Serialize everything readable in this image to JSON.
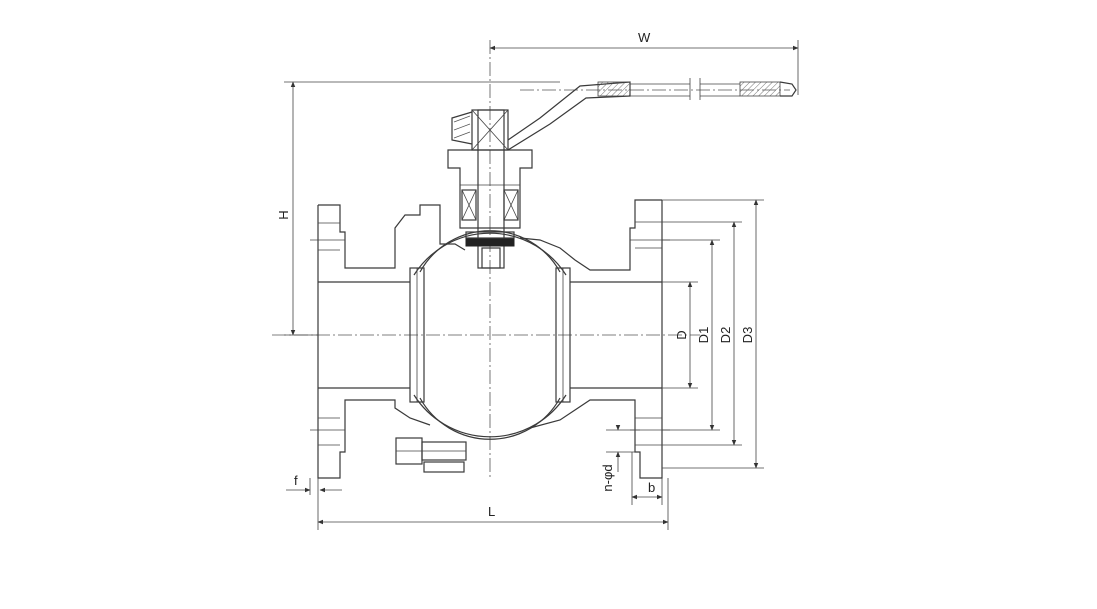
{
  "drawing": {
    "labels": {
      "w": "W",
      "h": "H",
      "d": "D",
      "d1": "D1",
      "d2": "D2",
      "d3": "D3",
      "f": "f",
      "l": "L",
      "b": "b",
      "n_phi_d": "n-φd"
    }
  }
}
